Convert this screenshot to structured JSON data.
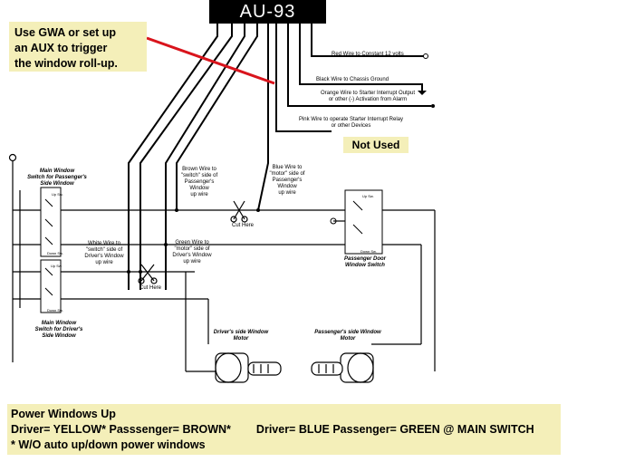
{
  "header": {
    "title": "AU-93"
  },
  "callout": {
    "line1": "Use GWA or set up",
    "line2": "an AUX to trigger",
    "line3": "the window roll-up."
  },
  "wire_labels": {
    "red": "Red Wire to Constant 12 volts",
    "black": "Black Wire to Chassis Ground",
    "orange_1": "Orange Wire to Starter Interrupt Output",
    "orange_2": "or other (-) Activation from Alarm",
    "pink_1": "Pink Wire to operate Starter Interrupt Relay",
    "pink_2": "or other Devices"
  },
  "not_used": "Not Used",
  "brown_note": [
    "Brown Wire to",
    "\"switch\" side of",
    "Passenger's",
    "Window",
    "up wire"
  ],
  "blue_note": [
    "Blue Wire to",
    "\"motor\" side of",
    "Passenger's",
    "Window",
    "up wire"
  ],
  "white_note": [
    "White Wire to",
    "\"switch\" side of",
    "Driver's Window",
    "up wire"
  ],
  "green_note": [
    "Green Wire to",
    "\"motor\" side of",
    "Driver's Window",
    "up wire"
  ],
  "cut_here": "Cut Here",
  "main_switch_top": [
    "Main Window",
    "Switch for Passenger's",
    "Side Window"
  ],
  "main_switch_bottom": [
    "Main Window",
    "Switch for Driver's",
    "Side Window"
  ],
  "passenger_switch": [
    "Passenger Door",
    "Window Switch"
  ],
  "switch_up": "Up Sw.",
  "switch_down": "Down Sw.",
  "driver_motor": [
    "Driver's side Window",
    "Motor"
  ],
  "passenger_motor": [
    "Passenger's side Window",
    "Motor"
  ],
  "footer": {
    "line1": "Power Windows Up",
    "line2a": "Driver= YELLOW* Passsenger= BROWN*",
    "line2b": "Driver= BLUE Passenger= GREEN @ MAIN SWITCH",
    "line3": "* W/O auto up/down power windows"
  },
  "colors": {
    "callout_bg": "#f4efb9",
    "arrow": "#d9141c"
  }
}
